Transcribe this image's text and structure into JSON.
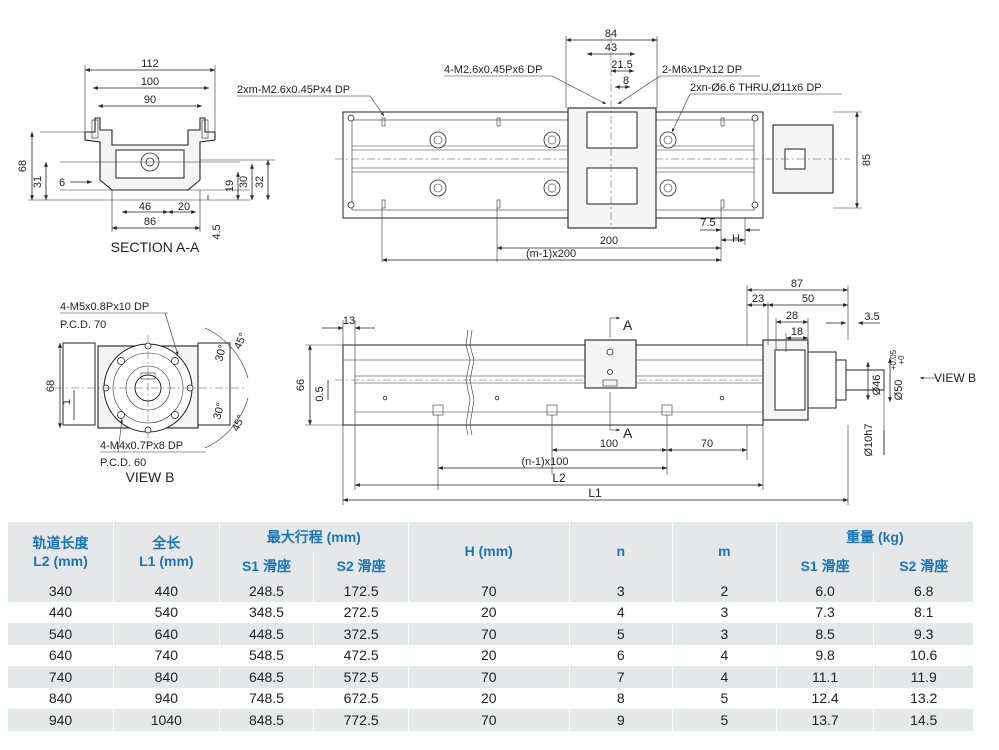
{
  "section_aa": {
    "dims_top": [
      "112",
      "100",
      "90"
    ],
    "dims_side": [
      "68",
      "31",
      "6"
    ],
    "dims_right": [
      "19",
      "30",
      "32"
    ],
    "dims_bottom": [
      "46",
      "20",
      "86",
      "4.5"
    ],
    "title": "SECTION A-A"
  },
  "top_view": {
    "callouts": [
      "4-M2.6x0.45Px6 DP",
      "2xm-M2.6x0.45Px4 DP",
      "2-M6x1Px12 DP",
      "2xn-Ø6.6 THRU,Ø11x6 DP"
    ],
    "dims_top": [
      "84",
      "43",
      "21.5",
      "8"
    ],
    "dim_height": "85",
    "dims_bottom": [
      "200",
      "7.5",
      "H",
      "(m-1)x200"
    ]
  },
  "view_b": {
    "callouts_top": [
      "4-M5x0.8Px10 DP",
      "P.C.D. 70"
    ],
    "callouts_bottom": [
      "4-M4x0.7Px8 DP",
      "P.C.D. 60"
    ],
    "angles": [
      "30°",
      "45°",
      "30°",
      "45°"
    ],
    "dims": [
      "68",
      "1"
    ],
    "title": "VIEW B"
  },
  "side_view": {
    "dims_left": [
      "13",
      "66",
      "0.5"
    ],
    "section_marks": [
      "A",
      "A"
    ],
    "dims_right_top": [
      "87",
      "23",
      "50",
      "28",
      "18",
      "3.5"
    ],
    "dims_diam": [
      "Ø46",
      "Ø50",
      "+0.05",
      "+0",
      "Ø10h7"
    ],
    "view_label": "VIEW B",
    "dims_bottom": [
      "100",
      "70",
      "(n-1)x100",
      "L2",
      "L1"
    ]
  },
  "table": {
    "headers": {
      "rail_length": "轨道长度",
      "rail_length_unit": "L2 (mm)",
      "total_length": "全长",
      "total_length_unit": "L1 (mm)",
      "max_stroke": "最大行程 (mm)",
      "h": "H (mm)",
      "n": "n",
      "m": "m",
      "weight": "重量 (kg)",
      "s1": "S1 滑座",
      "s2": "S2 滑座"
    },
    "rows": [
      [
        "340",
        "440",
        "248.5",
        "172.5",
        "70",
        "3",
        "2",
        "6.0",
        "6.8"
      ],
      [
        "440",
        "540",
        "348.5",
        "272.5",
        "20",
        "4",
        "3",
        "7.3",
        "8.1"
      ],
      [
        "540",
        "640",
        "448.5",
        "372.5",
        "70",
        "5",
        "3",
        "8.5",
        "9.3"
      ],
      [
        "640",
        "740",
        "548.5",
        "472.5",
        "20",
        "6",
        "4",
        "9.8",
        "10.6"
      ],
      [
        "740",
        "840",
        "648.5",
        "572.5",
        "70",
        "7",
        "4",
        "11.1",
        "11.9"
      ],
      [
        "840",
        "940",
        "748.5",
        "672.5",
        "20",
        "8",
        "5",
        "12.4",
        "13.2"
      ],
      [
        "940",
        "1040",
        "848.5",
        "772.5",
        "70",
        "9",
        "5",
        "13.7",
        "14.5"
      ]
    ]
  }
}
